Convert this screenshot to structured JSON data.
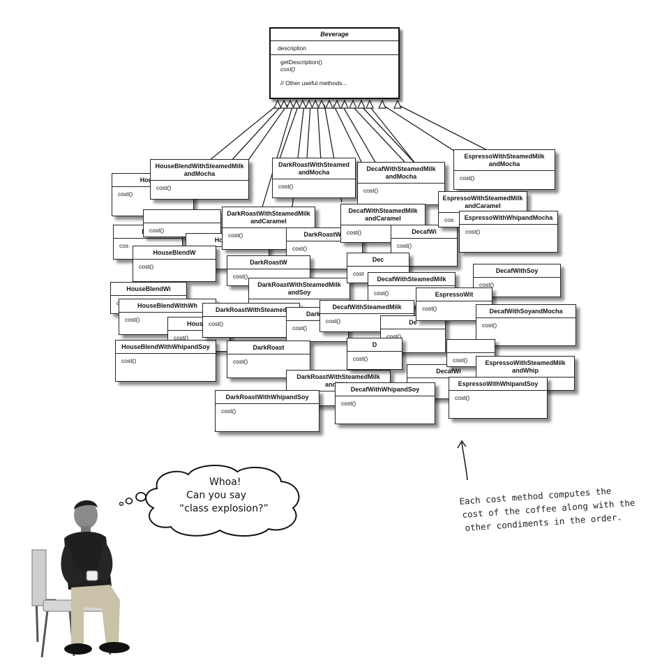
{
  "beverage": {
    "name": "Beverage",
    "attribute": "description",
    "methods": [
      "getDescription()",
      "cost()"
    ],
    "comment": "// Other useful methods..."
  },
  "classes": [
    {
      "name": "HouseBl",
      "method": "cost()"
    },
    {
      "name": "Hou",
      "method": "cos"
    },
    {
      "name": "HouseBlendWithSteamedMilk\nandMocha",
      "method": "cost()"
    },
    {
      "name": "",
      "method": "cost()"
    },
    {
      "name": "HouseBl",
      "method": "cost()"
    },
    {
      "name": "HouseBlendW",
      "method": "cost()"
    },
    {
      "name": "HouseBlendWi",
      "method": "cost()"
    },
    {
      "name": "HouseBlendWithWh",
      "method": "cost()"
    },
    {
      "name": "HouseB",
      "method": "cost()"
    },
    {
      "name": "HouseBlendWithWhipandSoy",
      "method": "cost()"
    },
    {
      "name": "DarkRoastWithSteamed\nandMocha",
      "method": "cost()"
    },
    {
      "name": "DarkRoastWithSteamedMilk\nandCaramel",
      "method": "cost()"
    },
    {
      "name": "DarkRoastWit",
      "method": "cost()"
    },
    {
      "name": "DarkRoastW",
      "method": "cost()"
    },
    {
      "name": "DarkRoastWithSteamedMilk\nandSoy",
      "method": "cost()"
    },
    {
      "name": "DarkRoastWithSteamed",
      "method": "cost()"
    },
    {
      "name": "DarkRo",
      "method": "cost()"
    },
    {
      "name": "DarkRoast",
      "method": "cost()"
    },
    {
      "name": "DarkRoastWithSteamedMilk\nandWhip",
      "method": "cost()"
    },
    {
      "name": "DarkRoastWithWhipandSoy",
      "method": "cost()"
    },
    {
      "name": "DecafWithSteamedMilk\nandMocha",
      "method": "cost()"
    },
    {
      "name": "DecafWithSteamedMilk\nandCaramel",
      "method": "cost()"
    },
    {
      "name": "DecafWi",
      "method": "cost()"
    },
    {
      "name": "Dec",
      "method": "cost"
    },
    {
      "name": "DecafWithSteamedMilk",
      "method": "cost()"
    },
    {
      "name": "DecafWithSteamedMilk",
      "method": "cost()"
    },
    {
      "name": "De",
      "method": "cost()"
    },
    {
      "name": "D",
      "method": "cost()"
    },
    {
      "name": "DecafWi",
      "method": "cost()"
    },
    {
      "name": "DecafWithWhipandSoy",
      "method": "cost()"
    },
    {
      "name": "EspressoWithSteamedMilk\nandMocha",
      "method": "cost()"
    },
    {
      "name": "EspressoWithSteamedMilk\nandCaramel",
      "method": "cos"
    },
    {
      "name": "EspressoWithWhipandMocha",
      "method": "cost()"
    },
    {
      "name": "DecafWithSoy",
      "method": "cost()"
    },
    {
      "name": "EspressoWit",
      "method": "cost()"
    },
    {
      "name": "DecafWithSoyandMocha",
      "method": "cost()"
    },
    {
      "name": "",
      "method": "cost()"
    },
    {
      "name": "EspressoWithSteamedMilk\nandWhip",
      "method": "cost()"
    },
    {
      "name": "EspressoWithWhipandSoy",
      "method": "cost()"
    }
  ],
  "bubble": {
    "line1": "Whoa!",
    "line2": "Can you say",
    "line3": "“class explosion?”"
  },
  "note": {
    "line1": "Each cost method computes the",
    "line2": "cost of the coffee along with the",
    "line3": "other condiments in the order."
  }
}
